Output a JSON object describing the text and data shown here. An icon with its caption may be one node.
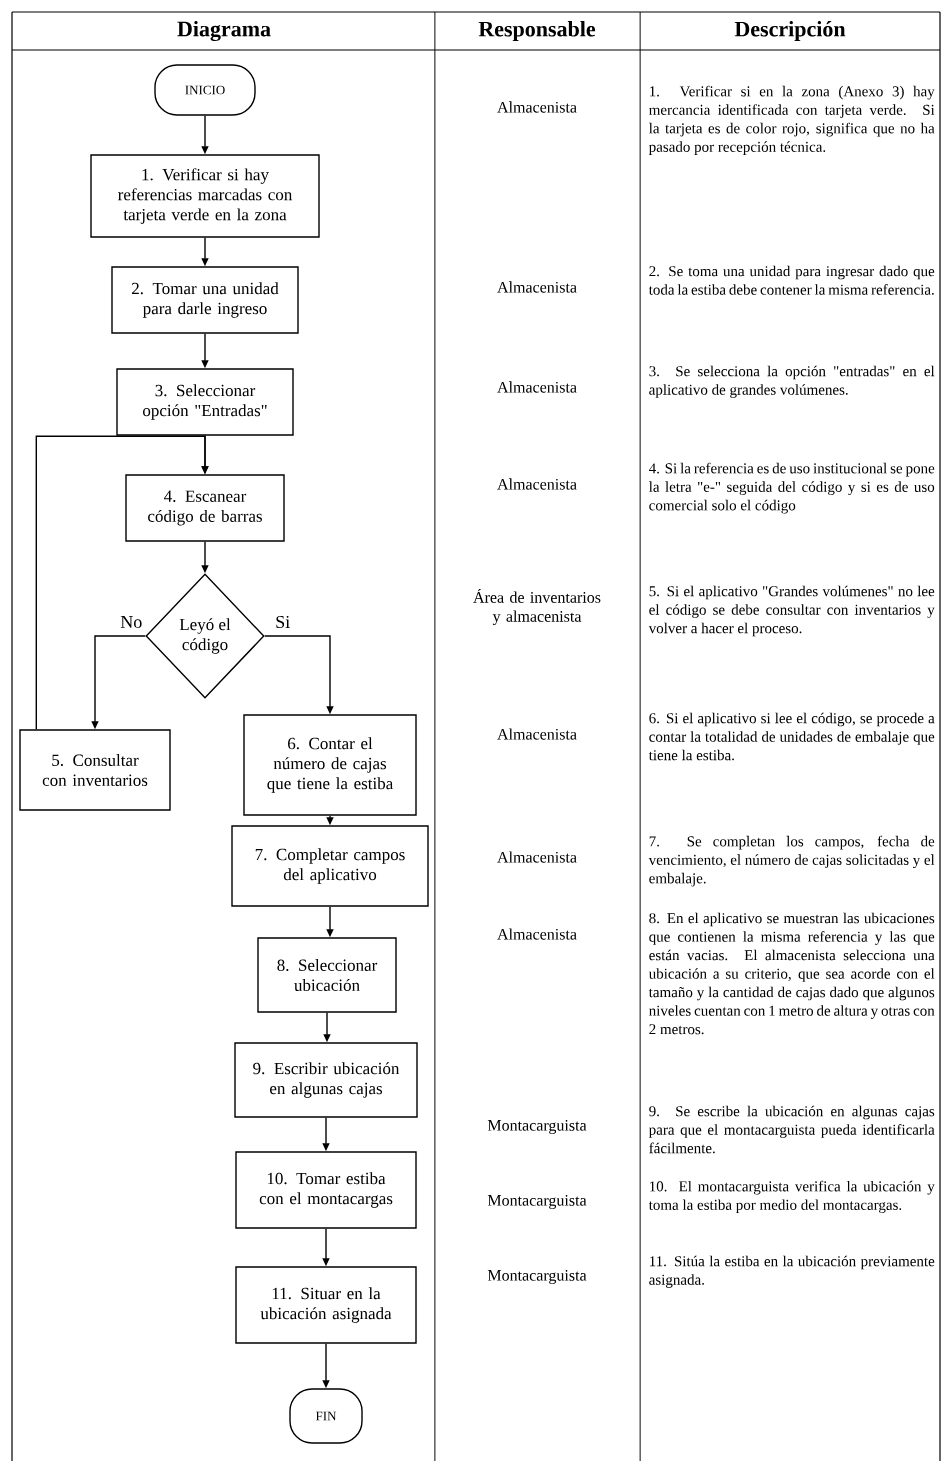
{
  "diagram": {
    "nodes": [
      {
        "text": [
          "INICIO"
        ]
      },
      {
        "text": [
          "1. Verificar si hay referencias marcadas con tarjeta verde en la zona"
        ]
      },
      {
        "text": [
          "2. Tomar una unidad para darle ingreso"
        ]
      },
      {
        "text": [
          "3. Seleccionar opción \"Entradas\""
        ]
      },
      {
        "text": [
          "4. Escanear código de barras"
        ]
      },
      {
        "text": [
          "Leyó el código"
        ]
      },
      {
        "text": [
          "5. Consultar con inventarios"
        ]
      },
      {
        "text": [
          "6. Contar el número de cajas que tiene la estiba"
        ]
      },
      {
        "text": [
          "7. Completar campos del aplicativo"
        ]
      },
      {
        "text": [
          "8. Seleccionar ubicación"
        ]
      },
      {
        "text": [
          "9. Escribir ubicación en algunas cajas"
        ]
      },
      {
        "text": [
          "10. Tomar estiba con el montacargas"
        ]
      },
      {
        "text": [
          "11. Situar en la ubicación asignada"
        ]
      },
      {
        "text": [
          "FIN"
        ]
      }
    ],
    "edges": [
      {
        "from": 0,
        "to": 1,
        "arrow": "to"
      },
      {
        "from": 1,
        "to": 2,
        "arrow": "to"
      },
      {
        "from": 2,
        "to": 3,
        "arrow": "to"
      },
      {
        "from": 3,
        "to": 4,
        "arrow": "to"
      },
      {
        "from": 4,
        "to": 5,
        "arrow": "to"
      },
      {
        "from": 5,
        "to": 6,
        "arrow": "to",
        "label": "No"
      },
      {
        "from": 5,
        "to": 7,
        "arrow": "to",
        "label": "Si"
      },
      {
        "from": 6,
        "to": 4,
        "arrow": "to"
      },
      {
        "from": 7,
        "to": 8,
        "arrow": "to"
      },
      {
        "from": 8,
        "to": 9,
        "arrow": "to"
      },
      {
        "from": 9,
        "to": 10,
        "arrow": "to"
      },
      {
        "from": 10,
        "to": 11,
        "arrow": "to"
      },
      {
        "from": 11,
        "to": 12,
        "arrow": "to"
      },
      {
        "from": 12,
        "to": 13,
        "arrow": "to"
      }
    ],
    "labels": [
      "Diagrama",
      "Responsable",
      "Descripción",
      "Almacenista",
      "1. Verificar si en la zona (Anexo 3) hay mercancia identificada con tarjeta verde. Si la tarjeta es de color rojo, significa que no ha pasado por recepción técnica.",
      "Almacenista",
      "2. Se toma una unidad para ingresar dado que toda la estiba debe contener la misma referencia.",
      "Almacenista",
      "3. Se selecciona la opción \"entradas\" en el aplicativo de grandes volúmenes.",
      "Almacenista",
      "4. Si la referencia es de uso institucional se pone la letra \"e-\" seguida del código y si es de uso comercial solo el código",
      "Área de inventarios y almacenista",
      "5. Si el aplicativo \"Grandes volúmenes\" no lee el código se debe consultar con inventarios y volver a hacer el proceso.",
      "Almacenista",
      "6. Si el aplicativo si lee el código, se procede a contar la totalidad de unidades de embalaje que tiene la estiba.",
      "Almacenista",
      "7. Se completan los campos, fecha de vencimiento, el número de cajas solicitadas y el embalaje.",
      "Almacenista",
      "8. En el aplicativo se muestran las ubicaciones que contienen la misma referencia y las que están vacias. El almacenista selecciona una ubicación a su criterio, que sea acorde con el tamaño y la cantidad de cajas dado que algunos niveles cuentan con 1 metro de altura y otras con 2 metros.",
      "Montacarguista",
      "9. Se escribe la ubicación en algunas cajas para que el montacarguista pueda identificarla fácilmente.",
      "Montacarguista",
      "10. El montacarguista verifica la ubicación y toma la estiba por medio del montacargas.",
      "Montacarguista",
      "11. Sitúa la estiba en la ubicación previamente asignada."
    ]
  }
}
